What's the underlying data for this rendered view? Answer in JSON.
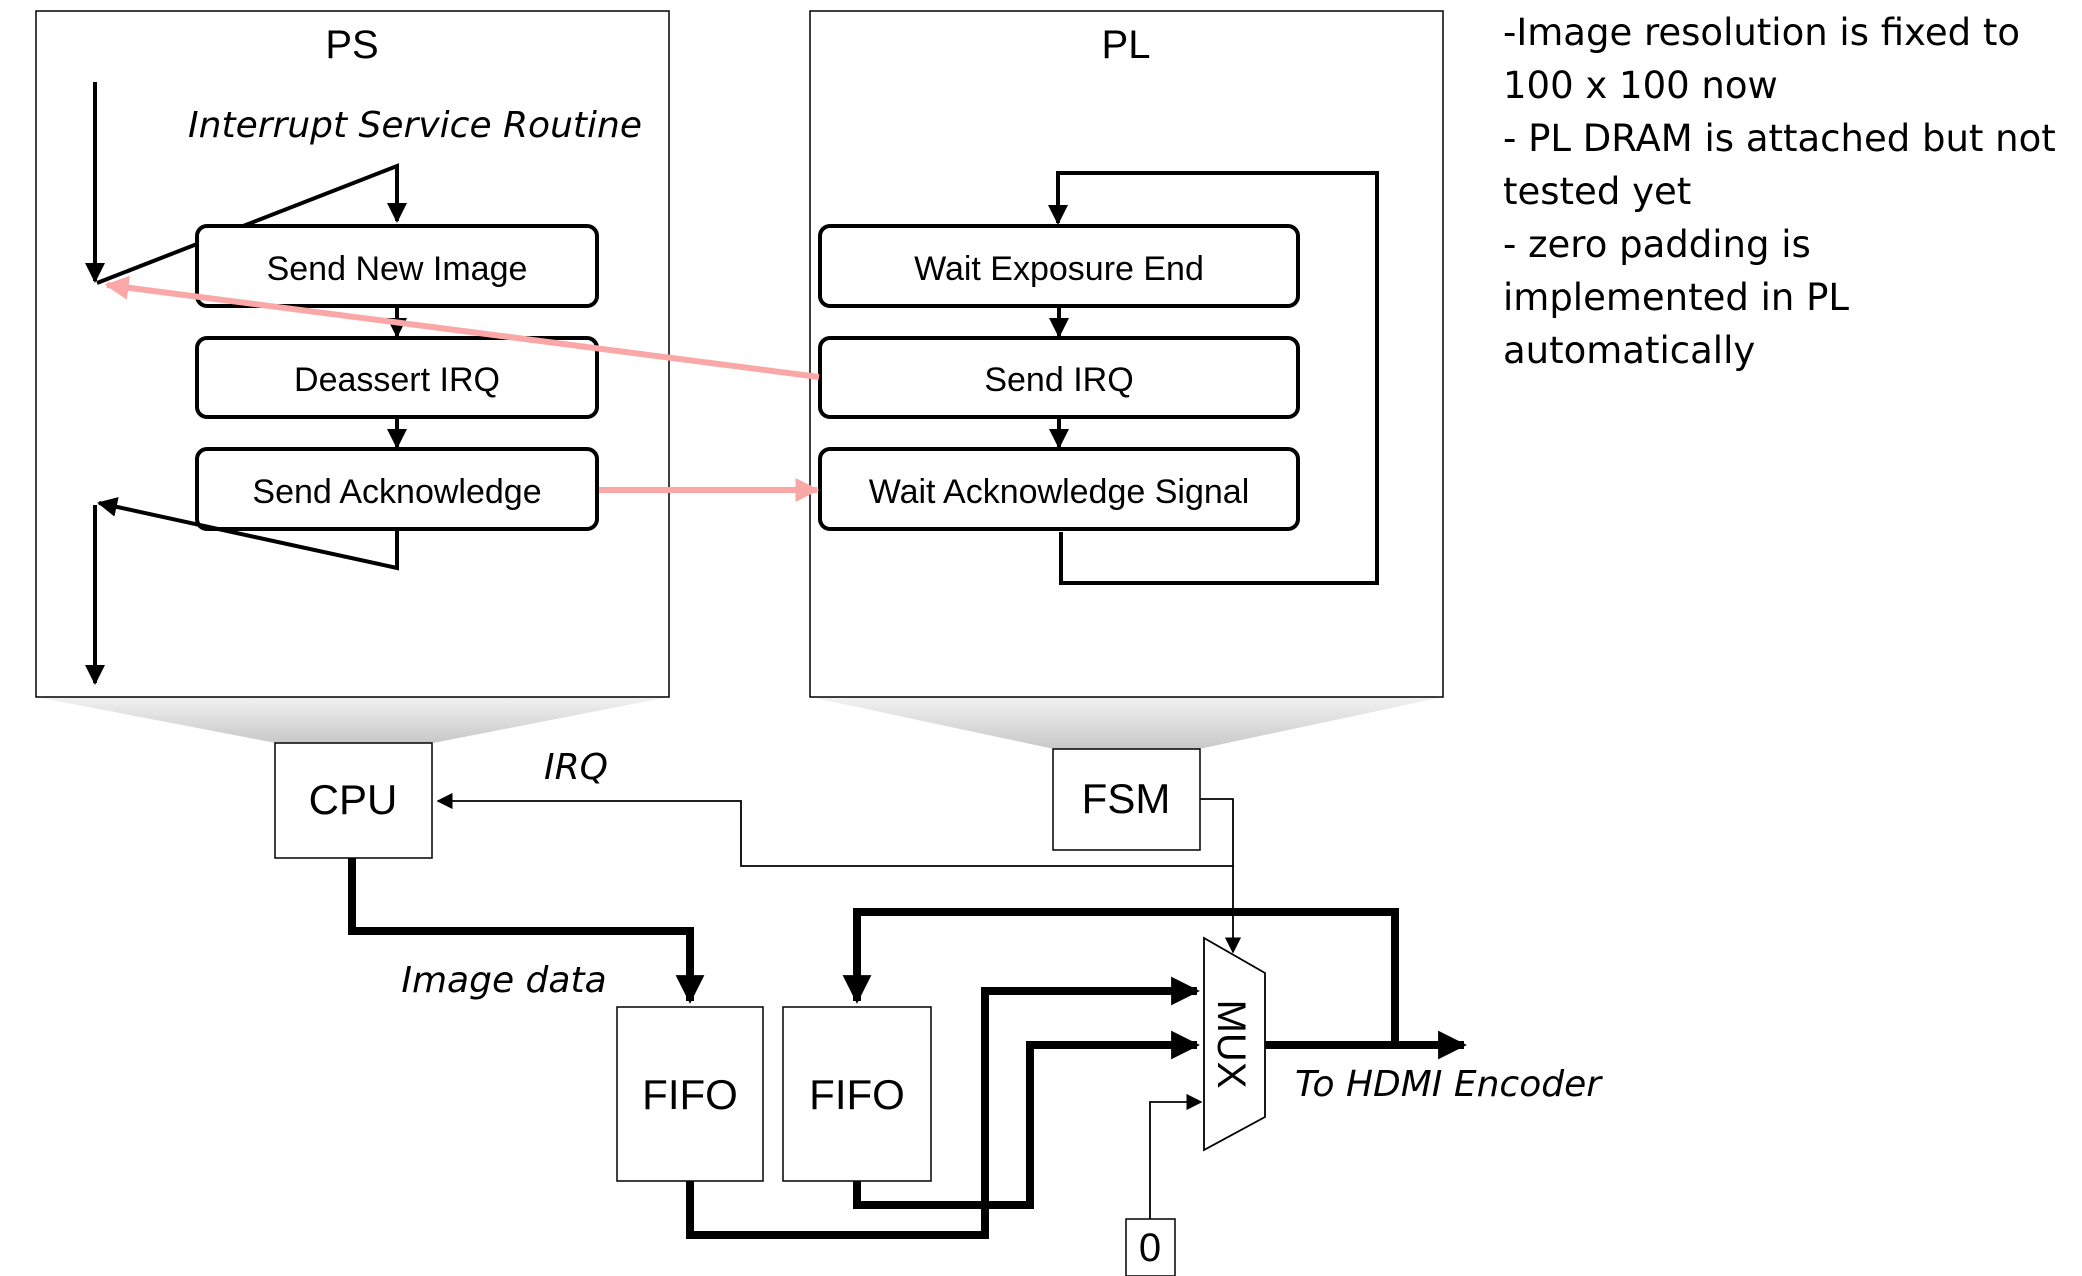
{
  "ps": {
    "title": "PS",
    "isr_label": "Interrupt Service Routine",
    "steps": [
      "Send New Image",
      "Deassert IRQ",
      "Send Acknowledge"
    ]
  },
  "pl": {
    "title": "PL",
    "steps": [
      "Wait Exposure End",
      "Send IRQ",
      "Wait Acknowledge Signal"
    ]
  },
  "blocks": {
    "cpu": "CPU",
    "fsm": "FSM",
    "fifo_1": "FIFO",
    "fifo_2": "FIFO",
    "mux": "MUX",
    "zero": "0"
  },
  "labels": {
    "irq": "IRQ",
    "image_data": "Image data",
    "output": "To HDMI Encoder"
  },
  "notes": [
    "-Image resolution is fixed to",
    "100 x 100 now",
    "- PL DRAM is attached but not",
    "tested yet",
    "- zero padding is",
    "implemented in PL",
    "automatically"
  ],
  "colors": {
    "line": "#000000",
    "handshake_arrow": "#f9a7a7",
    "zoom_fill": "#d9d9d9"
  }
}
